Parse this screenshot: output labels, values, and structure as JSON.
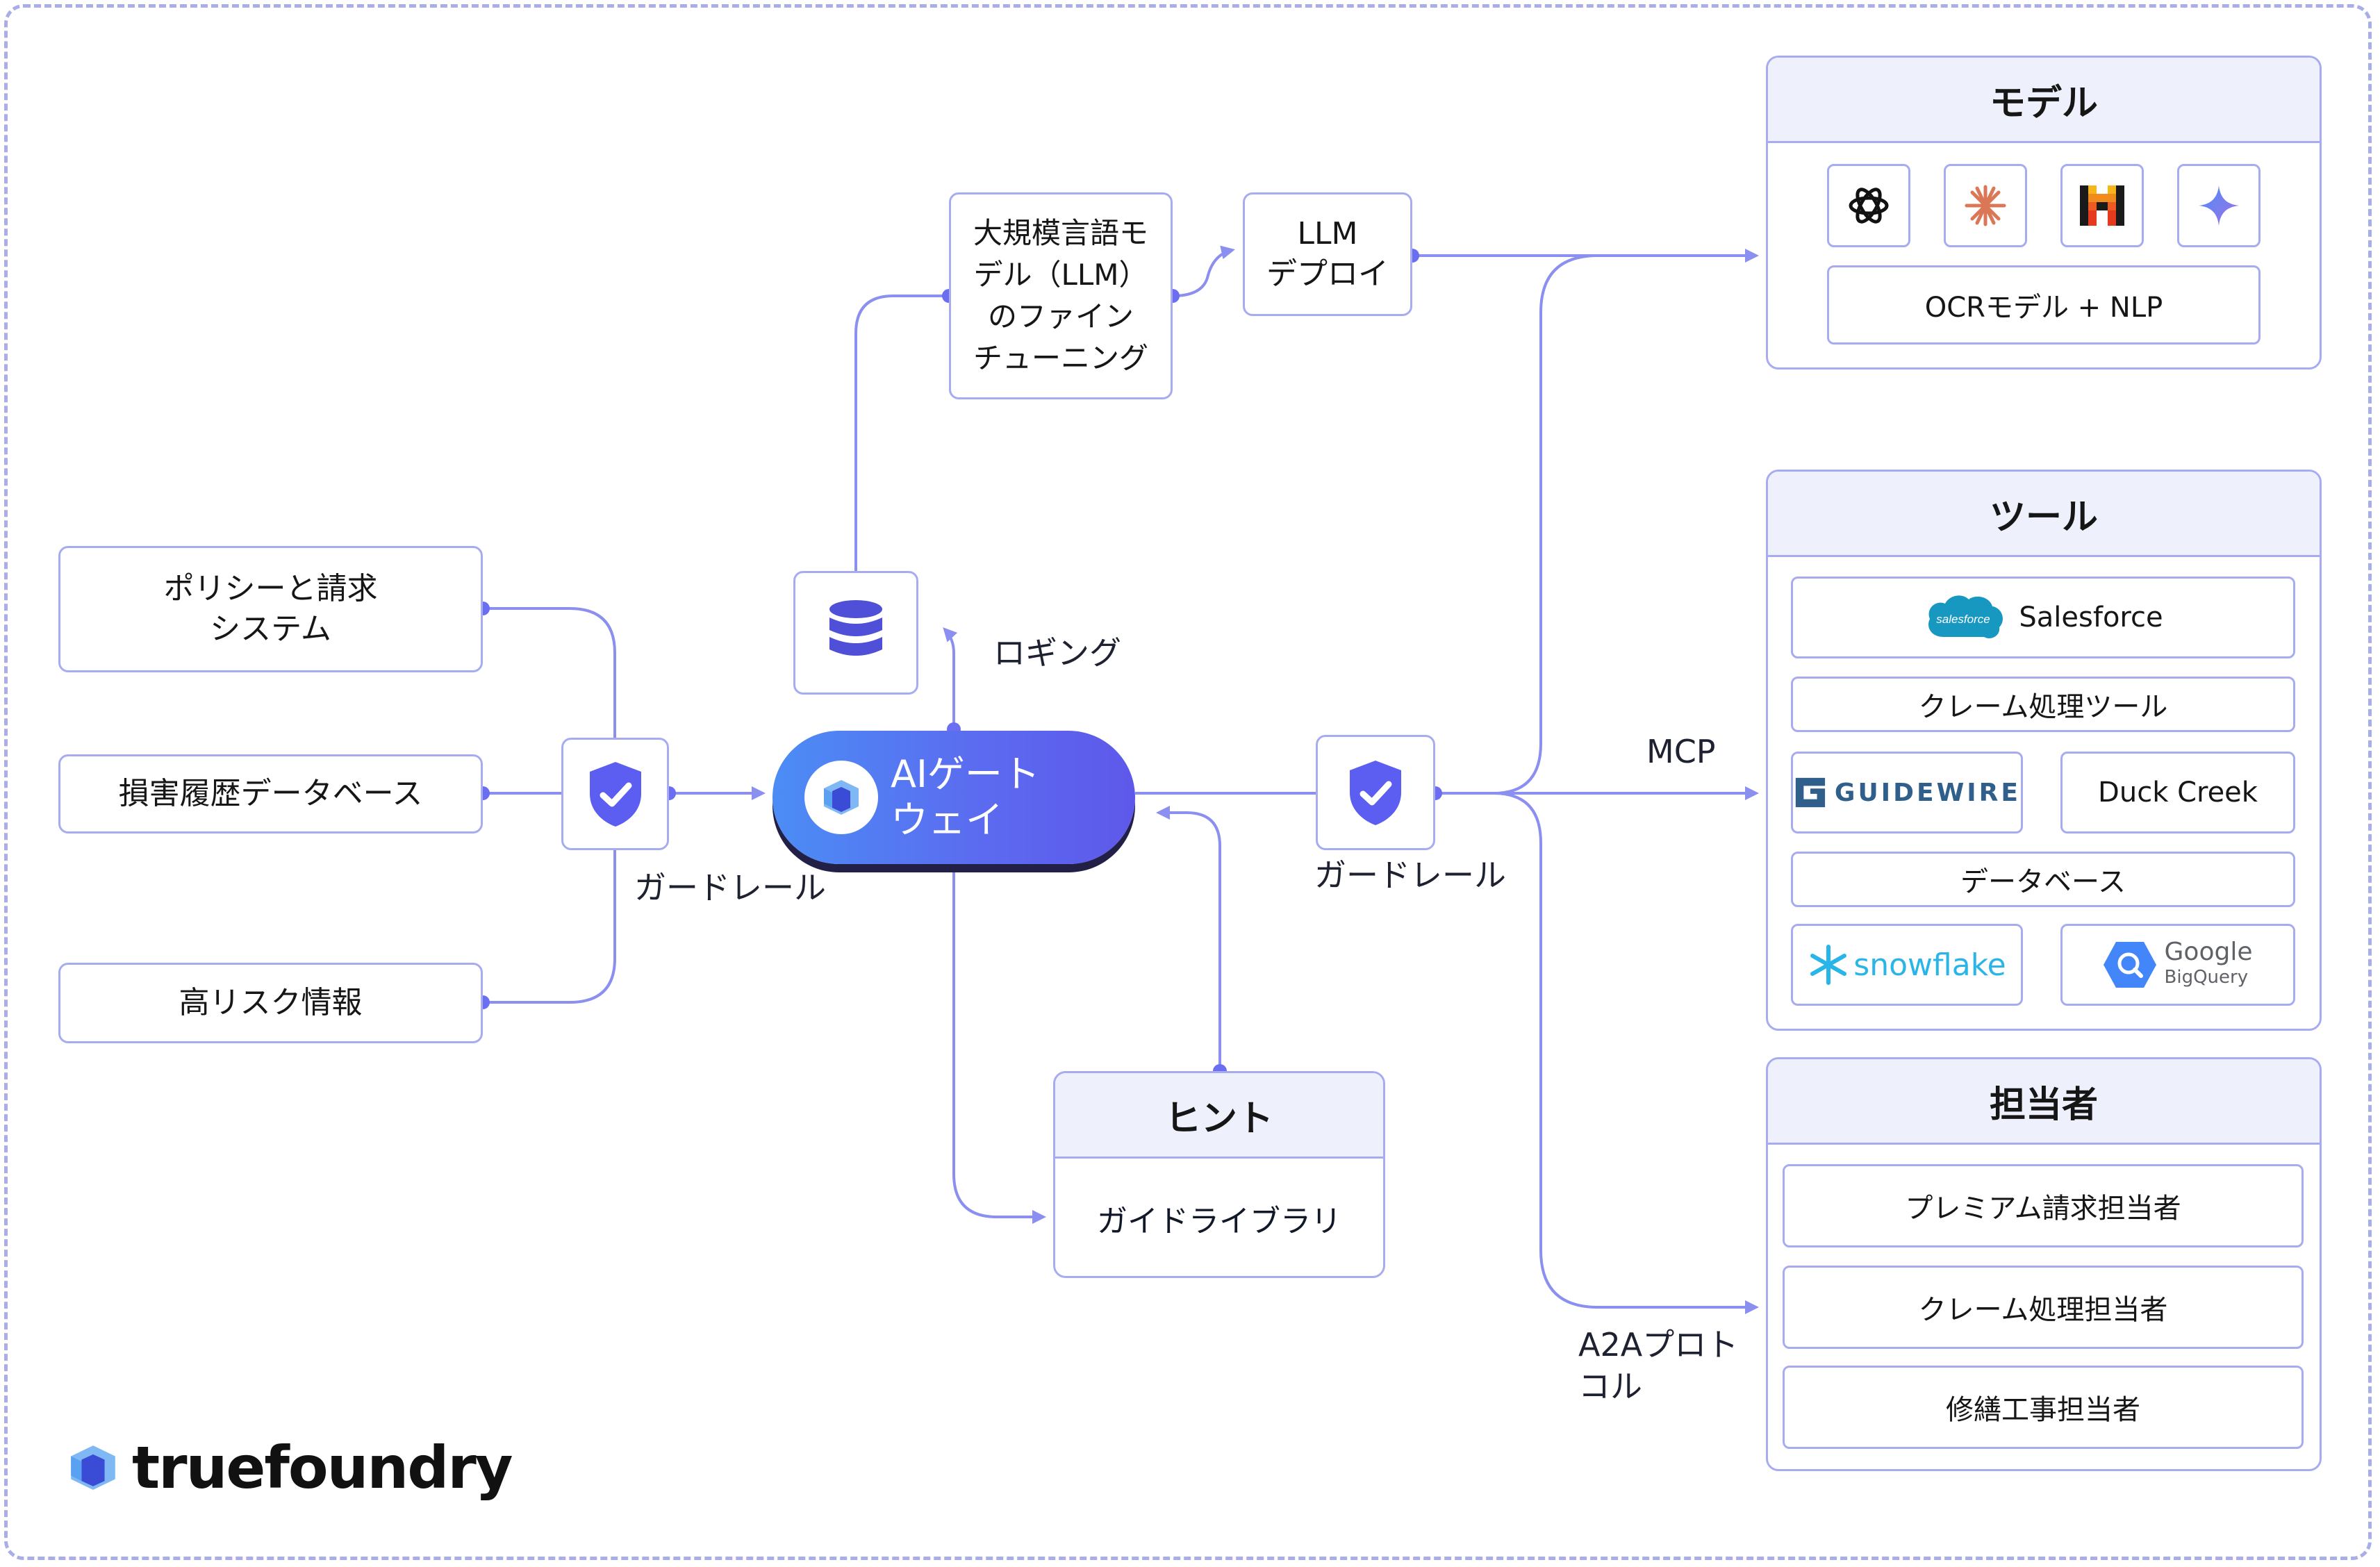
{
  "diagram": {
    "inputs": [
      "ポリシーと請求\nシステム",
      "損害履歴データベース",
      "高リスク情報"
    ],
    "guardrail_left_label": "ガードレール",
    "guardrail_right_label": "ガードレール",
    "gateway_label": "AIゲート\nウェイ",
    "logging_label": "ロギング",
    "finetune_label": "大規模言語モ\nデル（LLM）\nのファイン\nチューニング",
    "llm_deploy_label": "LLM\nデプロイ",
    "hints": {
      "title": "ヒント",
      "item": "ガイドライブラリ"
    },
    "mcp_label": "MCP",
    "a2a_label": "A2Aプロト\nコル",
    "models": {
      "title": "モデル",
      "icons": [
        "openai-icon",
        "anthropic-icon",
        "mistral-icon",
        "gemini-icon"
      ],
      "ocr": "OCRモデル + NLP"
    },
    "tools": {
      "title": "ツール",
      "salesforce_logo_text": "salesforce",
      "salesforce": "Salesforce",
      "claims_tool": "クレーム処理ツール",
      "guidewire": "GUIDEWIRE",
      "duck_creek": "Duck Creek",
      "database": "データベース",
      "snowflake": "snowflake",
      "google": "Google",
      "bigquery": "BigQuery"
    },
    "agents": {
      "title": "担当者",
      "items": [
        "プレミアム請求担当者",
        "クレーム処理担当者",
        "修繕工事担当者"
      ]
    },
    "brand": "truefoundry",
    "colors": {
      "accent": "#5b5ef0",
      "line": "#8b8ff0",
      "border": "#a7acf0",
      "header": "#eef0fc"
    }
  }
}
